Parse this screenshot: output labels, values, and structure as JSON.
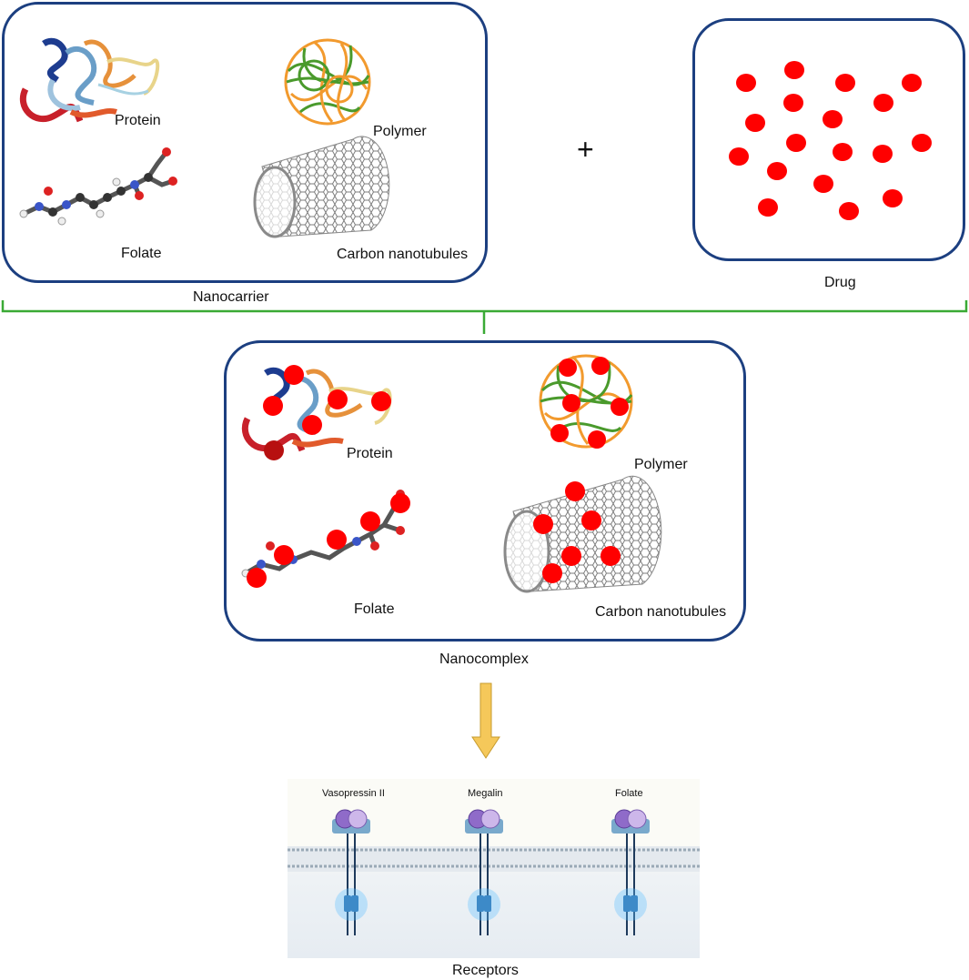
{
  "colors": {
    "box_border": "#1c3f80",
    "bracket": "#3aaa35",
    "drug": "#ff0000",
    "arrow": "#f5c85a",
    "receptor": "#9b7bd4",
    "membrane": "#c9d3dc"
  },
  "nanocarrier": {
    "label": "Nanocarrier",
    "protein": "Protein",
    "polymer": "Polymer",
    "folate": "Folate",
    "cnt": "Carbon nanotubules"
  },
  "plus": "+",
  "drug": {
    "label": "Drug"
  },
  "nanocomplex": {
    "label": "Nanocomplex",
    "protein": "Protein",
    "polymer": "Polymer",
    "folate": "Folate",
    "cnt": "Carbon nanotubules"
  },
  "receptors": {
    "label": "Receptors",
    "items": [
      "Vasopressin II",
      "Megalin",
      "Folate"
    ]
  }
}
